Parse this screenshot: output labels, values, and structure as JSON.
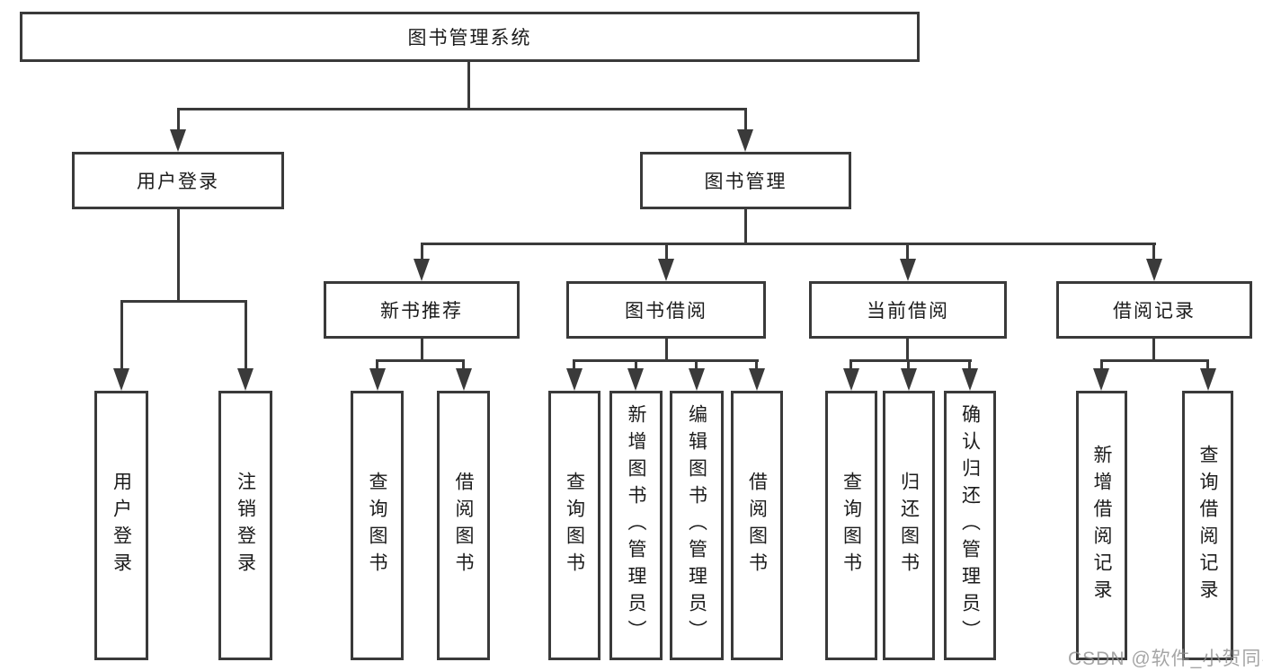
{
  "tree": {
    "root": "图书管理系统",
    "branches": [
      {
        "label": "用户登录",
        "children": [
          "用户登录",
          "注销登录"
        ]
      },
      {
        "label": "图书管理",
        "sections": [
          {
            "label": "新书推荐",
            "children": [
              "查询图书",
              "借阅图书"
            ]
          },
          {
            "label": "图书借阅",
            "children": [
              "查询图书",
              "新增图书（管理员）",
              "编辑图书（管理员）",
              "借阅图书"
            ]
          },
          {
            "label": "当前借阅",
            "children": [
              "查询图书",
              "归还图书",
              "确认归还（管理员）"
            ]
          },
          {
            "label": "借阅记录",
            "children": [
              "新增借阅记录",
              "查询借阅记录"
            ]
          }
        ]
      }
    ]
  },
  "watermark": "CSDN @软件_小贺同学",
  "colors": {
    "line": "#3a3a3a",
    "text": "#1b1b1b",
    "watermark": "#8f8f8f",
    "background": "#ffffff"
  }
}
